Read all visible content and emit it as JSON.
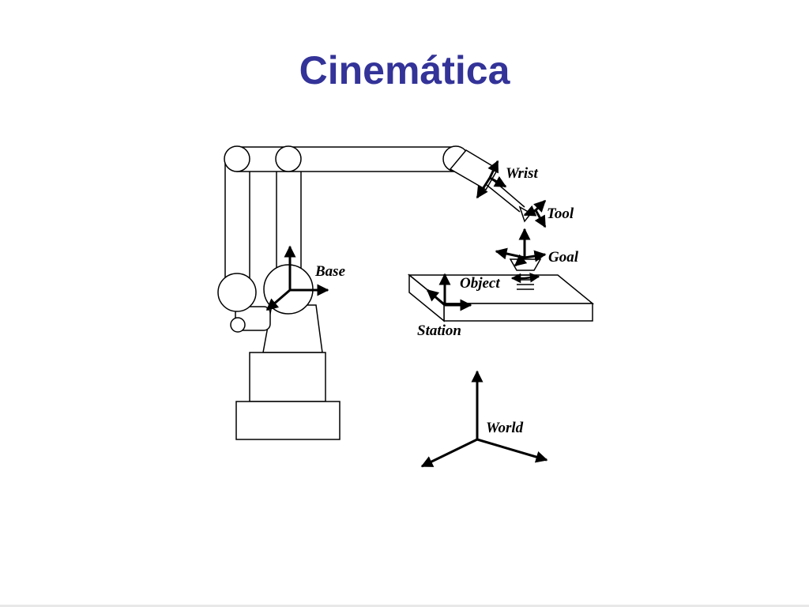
{
  "slide": {
    "title": "Cinemática"
  },
  "diagram": {
    "labels": {
      "wrist": "Wrist",
      "tool": "Tool",
      "goal": "Goal",
      "base": "Base",
      "object": "Object",
      "station": "Station",
      "world": "World"
    }
  },
  "colors": {
    "title": "#333399",
    "line": "#000000",
    "background": "#ffffff"
  }
}
